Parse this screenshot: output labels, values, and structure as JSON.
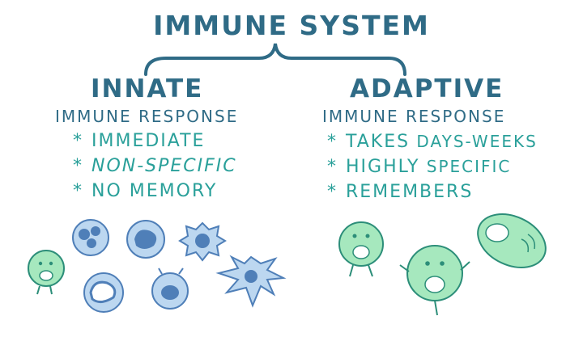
{
  "title": "IMMUNE SYSTEM",
  "innate": {
    "heading": "INNATE",
    "subheading": "IMMUNE RESPONSE",
    "bullet_symbol": "*",
    "bullets": [
      "IMMEDIATE",
      "NON-SPECIFIC",
      "NO MEMORY"
    ]
  },
  "adaptive": {
    "heading": "ADAPTIVE",
    "subheading": "IMMUNE RESPONSE",
    "bullet_symbol": "*",
    "bullets": [
      {
        "bold": "TAKES",
        "rest": " DAYS-WEEKS"
      },
      {
        "bold": "HIGHLY",
        "rest": " SPECIFIC"
      },
      {
        "bold": "REMEMBERS",
        "rest": ""
      }
    ]
  },
  "colors": {
    "heading": "#2f6b86",
    "bullets": "#2aa09a",
    "innate_cell": "#bcd7f0",
    "innate_nucleus": "#4f7fb8",
    "adaptive_cell": "#a6e8be",
    "adaptive_outline": "#2c8e79"
  }
}
